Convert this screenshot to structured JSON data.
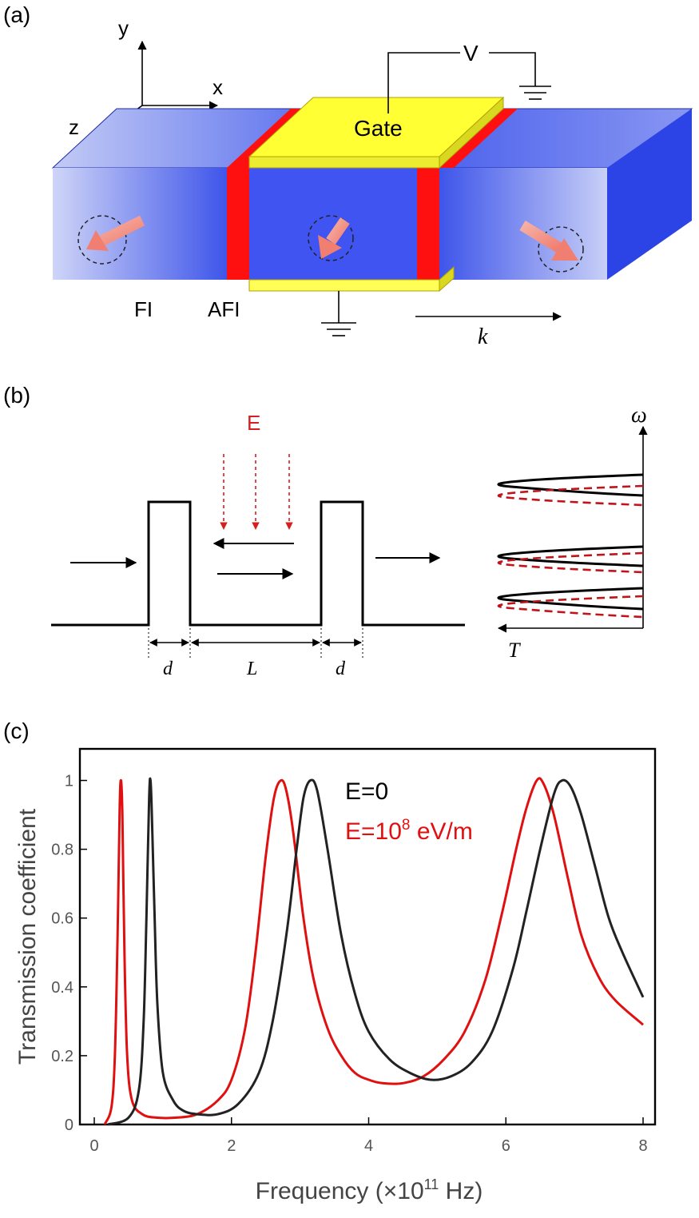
{
  "panel_a": {
    "label": "(a)",
    "axis_y": "y",
    "axis_x": "x",
    "axis_z": "z",
    "voltage": "V",
    "gate": "Gate",
    "fi": "FI",
    "afi": "AFI",
    "k": "k",
    "colors": {
      "body": "#3a55ee",
      "afi": "#ff0000",
      "gate": "#ffff33",
      "spin_arrow": "#f39b8c"
    }
  },
  "panel_b": {
    "label": "(b)",
    "field": "E",
    "d_left": "d",
    "length": "L",
    "d_right": "d",
    "omega": "ω",
    "transmission": "T",
    "colors": {
      "field": "#d42020",
      "line": "#000000",
      "shifted": "#c0141a"
    }
  },
  "panel_c": {
    "label": "(c)",
    "legend": {
      "zero": "E=0",
      "field_prefix": "E=10",
      "field_exp": "8",
      "field_unit": " eV/m"
    }
  },
  "chart_data": {
    "type": "line",
    "xlabel_prefix": "Frequency (×10",
    "xlabel_exp": "11",
    "xlabel_suffix": " Hz)",
    "ylabel": "Transmission  coefficient",
    "xlim": [
      0,
      8
    ],
    "ylim": [
      0,
      1.05
    ],
    "xticks": [
      0,
      2,
      4,
      6,
      8
    ],
    "yticks": [
      0,
      0.2,
      0.4,
      0.6,
      0.8,
      1
    ],
    "ytick_labels": [
      "0",
      "0.2",
      "0.4",
      "0.6",
      "0.8",
      "1"
    ],
    "grid": false,
    "legend_position": "top-right",
    "series": [
      {
        "name": "E=0",
        "color": "#222222",
        "x": [
          0.2,
          0.5,
          0.65,
          0.72,
          0.76,
          0.8,
          0.82,
          0.84,
          0.88,
          0.92,
          1.0,
          1.15,
          1.3,
          1.5,
          1.8,
          2.1,
          2.4,
          2.6,
          2.8,
          2.95,
          3.05,
          3.15,
          3.25,
          3.4,
          3.6,
          3.8,
          4.0,
          4.3,
          4.6,
          4.9,
          5.2,
          5.5,
          5.8,
          6.1,
          6.3,
          6.5,
          6.7,
          6.82,
          6.95,
          7.1,
          7.3,
          7.5,
          7.7,
          8.0
        ],
        "y": [
          0.0,
          0.02,
          0.1,
          0.3,
          0.6,
          0.95,
          1.0,
          0.9,
          0.6,
          0.35,
          0.15,
          0.07,
          0.04,
          0.03,
          0.03,
          0.06,
          0.15,
          0.3,
          0.55,
          0.8,
          0.95,
          1.0,
          0.97,
          0.8,
          0.55,
          0.38,
          0.27,
          0.19,
          0.15,
          0.13,
          0.14,
          0.18,
          0.27,
          0.45,
          0.62,
          0.8,
          0.96,
          1.0,
          0.98,
          0.9,
          0.75,
          0.6,
          0.5,
          0.37
        ]
      },
      {
        "name": "E=10^8 eV/m",
        "color": "#e01010",
        "x": [
          0.15,
          0.25,
          0.3,
          0.34,
          0.37,
          0.39,
          0.41,
          0.44,
          0.48,
          0.55,
          0.7,
          0.9,
          1.2,
          1.5,
          1.8,
          2.0,
          2.2,
          2.35,
          2.5,
          2.62,
          2.72,
          2.8,
          2.9,
          3.05,
          3.2,
          3.4,
          3.6,
          3.8,
          4.0,
          4.2,
          4.5,
          4.8,
          5.1,
          5.4,
          5.7,
          5.95,
          6.15,
          6.3,
          6.45,
          6.55,
          6.7,
          6.9,
          7.1,
          7.35,
          7.6,
          8.0
        ],
        "y": [
          0.0,
          0.05,
          0.2,
          0.55,
          0.92,
          1.0,
          0.9,
          0.5,
          0.2,
          0.07,
          0.03,
          0.02,
          0.02,
          0.03,
          0.07,
          0.13,
          0.28,
          0.5,
          0.78,
          0.95,
          1.0,
          0.97,
          0.85,
          0.6,
          0.42,
          0.28,
          0.2,
          0.15,
          0.13,
          0.12,
          0.12,
          0.14,
          0.19,
          0.27,
          0.42,
          0.62,
          0.8,
          0.92,
          1.0,
          0.99,
          0.9,
          0.72,
          0.55,
          0.43,
          0.36,
          0.29
        ]
      }
    ]
  }
}
